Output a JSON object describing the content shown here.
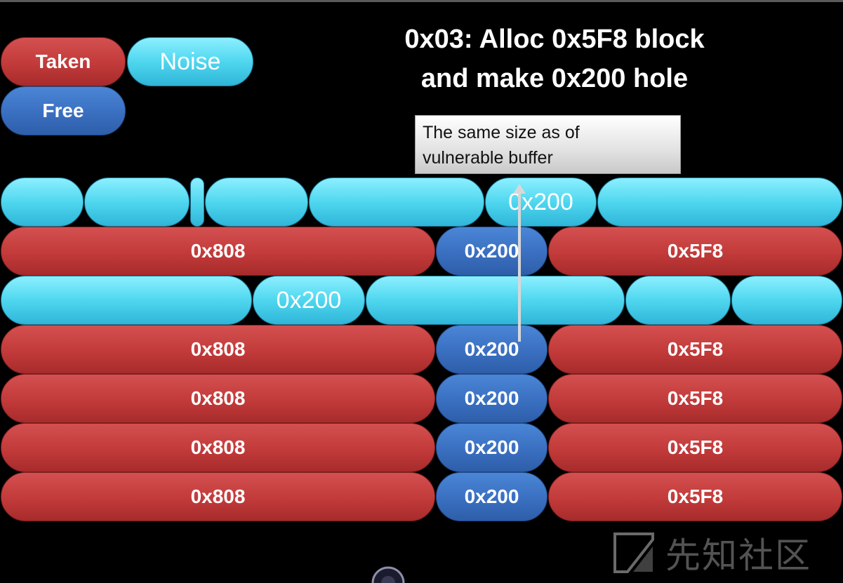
{
  "title": {
    "line1": "0x03: Alloc 0x5F8 block",
    "line2": "and make 0x200 hole"
  },
  "legend": {
    "taken": "Taken",
    "noise": "Noise",
    "free": "Free"
  },
  "callout": {
    "line1": "The same size as of",
    "line2": "vulnerable buffer"
  },
  "rows": {
    "noise1": {
      "hole_label": "0x200"
    },
    "noise2": {
      "hole_label": "0x200"
    },
    "heap": [
      {
        "taken_a": "0x808",
        "free_mid": "0x200",
        "taken_b": "0x5F8"
      },
      {
        "taken_a": "0x808",
        "free_mid": "0x200",
        "taken_b": "0x5F8"
      },
      {
        "taken_a": "0x808",
        "free_mid": "0x200",
        "taken_b": "0x5F8"
      },
      {
        "taken_a": "0x808",
        "free_mid": "0x200",
        "taken_b": "0x5F8"
      },
      {
        "taken_a": "0x808",
        "free_mid": "0x200",
        "taken_b": "0x5F8"
      }
    ]
  },
  "watermark": {
    "text": "先知社区"
  },
  "colors": {
    "taken": "#c23a3a",
    "free": "#3a6fc0",
    "noise": "#4fd7ef",
    "background": "#000000"
  }
}
